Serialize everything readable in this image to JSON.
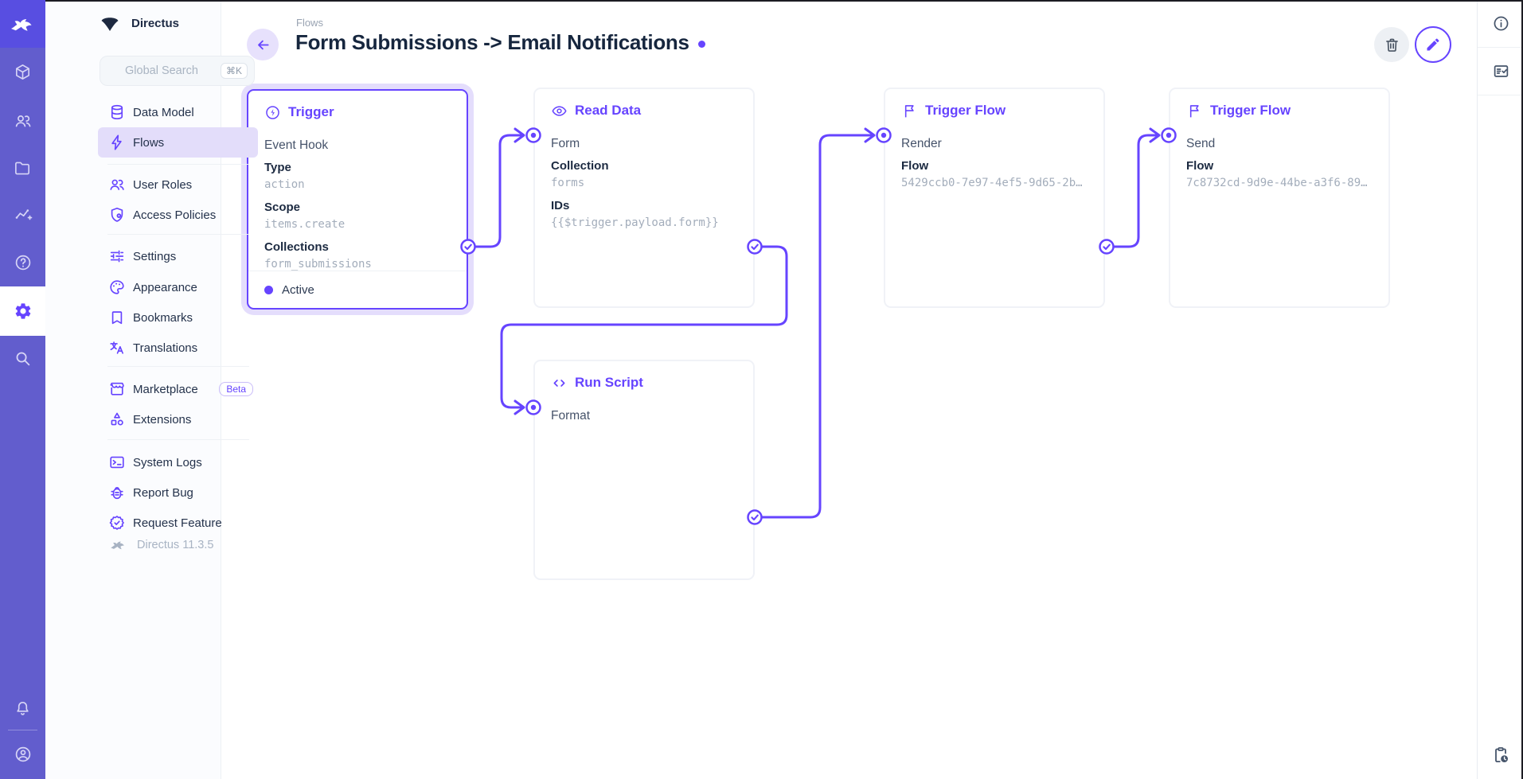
{
  "colors": {
    "accent": "#6644ff",
    "module_bar": "#625dcd",
    "logo_block": "#584ee1",
    "active_nav_bg": "#e3ddfa",
    "selection_halo": "#e4ddfc",
    "value_text": "#a3adbb",
    "title_text": "#16263e"
  },
  "project": {
    "name": "Directus"
  },
  "search": {
    "placeholder": "Global Search",
    "shortcut": "⌘K"
  },
  "sidebar": {
    "items": [
      "Data Model",
      "Flows",
      "User Roles",
      "Access Policies",
      "Settings",
      "Appearance",
      "Bookmarks",
      "Translations",
      "Marketplace",
      "Extensions",
      "System Logs",
      "Report Bug",
      "Request Feature"
    ],
    "marketplace_badge": "Beta",
    "version": "Directus 11.3.5"
  },
  "header": {
    "breadcrumb": "Flows",
    "title": "Form Submissions -> Email Notifications"
  },
  "cards": {
    "trigger": {
      "title": "Trigger",
      "subtitle": "Event Hook",
      "fields": [
        {
          "label": "Type",
          "value": "action"
        },
        {
          "label": "Scope",
          "value": "items.create"
        },
        {
          "label": "Collections",
          "value": "form_submissions"
        }
      ],
      "status": "Active"
    },
    "read_data": {
      "title": "Read Data",
      "name": "Form",
      "fields": [
        {
          "label": "Collection",
          "value": "forms"
        },
        {
          "label": "IDs",
          "value": "{{$trigger.payload.form}}"
        }
      ]
    },
    "run_script": {
      "title": "Run Script",
      "name": "Format"
    },
    "trigger_flow_1": {
      "title": "Trigger Flow",
      "name": "Render",
      "fields": [
        {
          "label": "Flow",
          "value": "5429ccb0-7e97-4ef5-9d65-2b…"
        }
      ]
    },
    "trigger_flow_2": {
      "title": "Trigger Flow",
      "name": "Send",
      "fields": [
        {
          "label": "Flow",
          "value": "7c8732cd-9d9e-44be-a3f6-89…"
        }
      ]
    }
  }
}
